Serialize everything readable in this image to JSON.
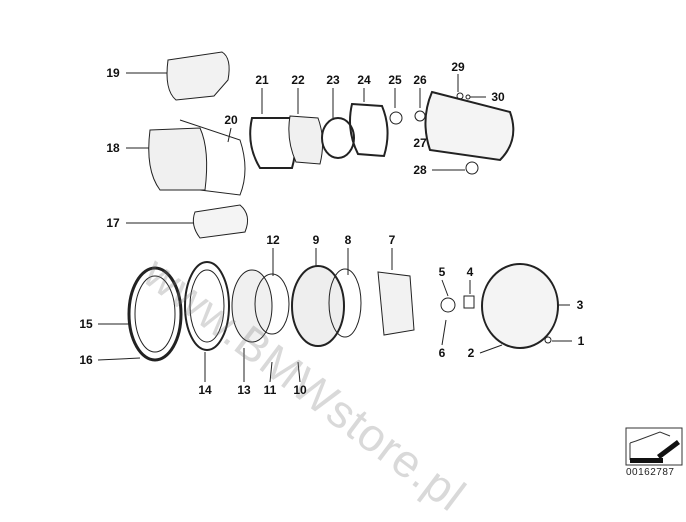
{
  "diagram": {
    "watermark": "www.BMWstore.pl",
    "reference_number": "00162787",
    "labels": {
      "l1": "1",
      "l2": "2",
      "l3": "3",
      "l4": "4",
      "l5": "5",
      "l6": "6",
      "l7": "7",
      "l8": "8",
      "l9": "9",
      "l10": "10",
      "l11": "11",
      "l12": "12",
      "l13": "13",
      "l14": "14",
      "l15": "15",
      "l16": "16",
      "l17": "17",
      "l18": "18",
      "l19": "19",
      "l20": "20",
      "l21": "21",
      "l22": "22",
      "l23": "23",
      "l24": "24",
      "l25": "25",
      "l26": "26",
      "l27": "27",
      "l28": "28",
      "l29": "29",
      "l30": "30"
    }
  }
}
